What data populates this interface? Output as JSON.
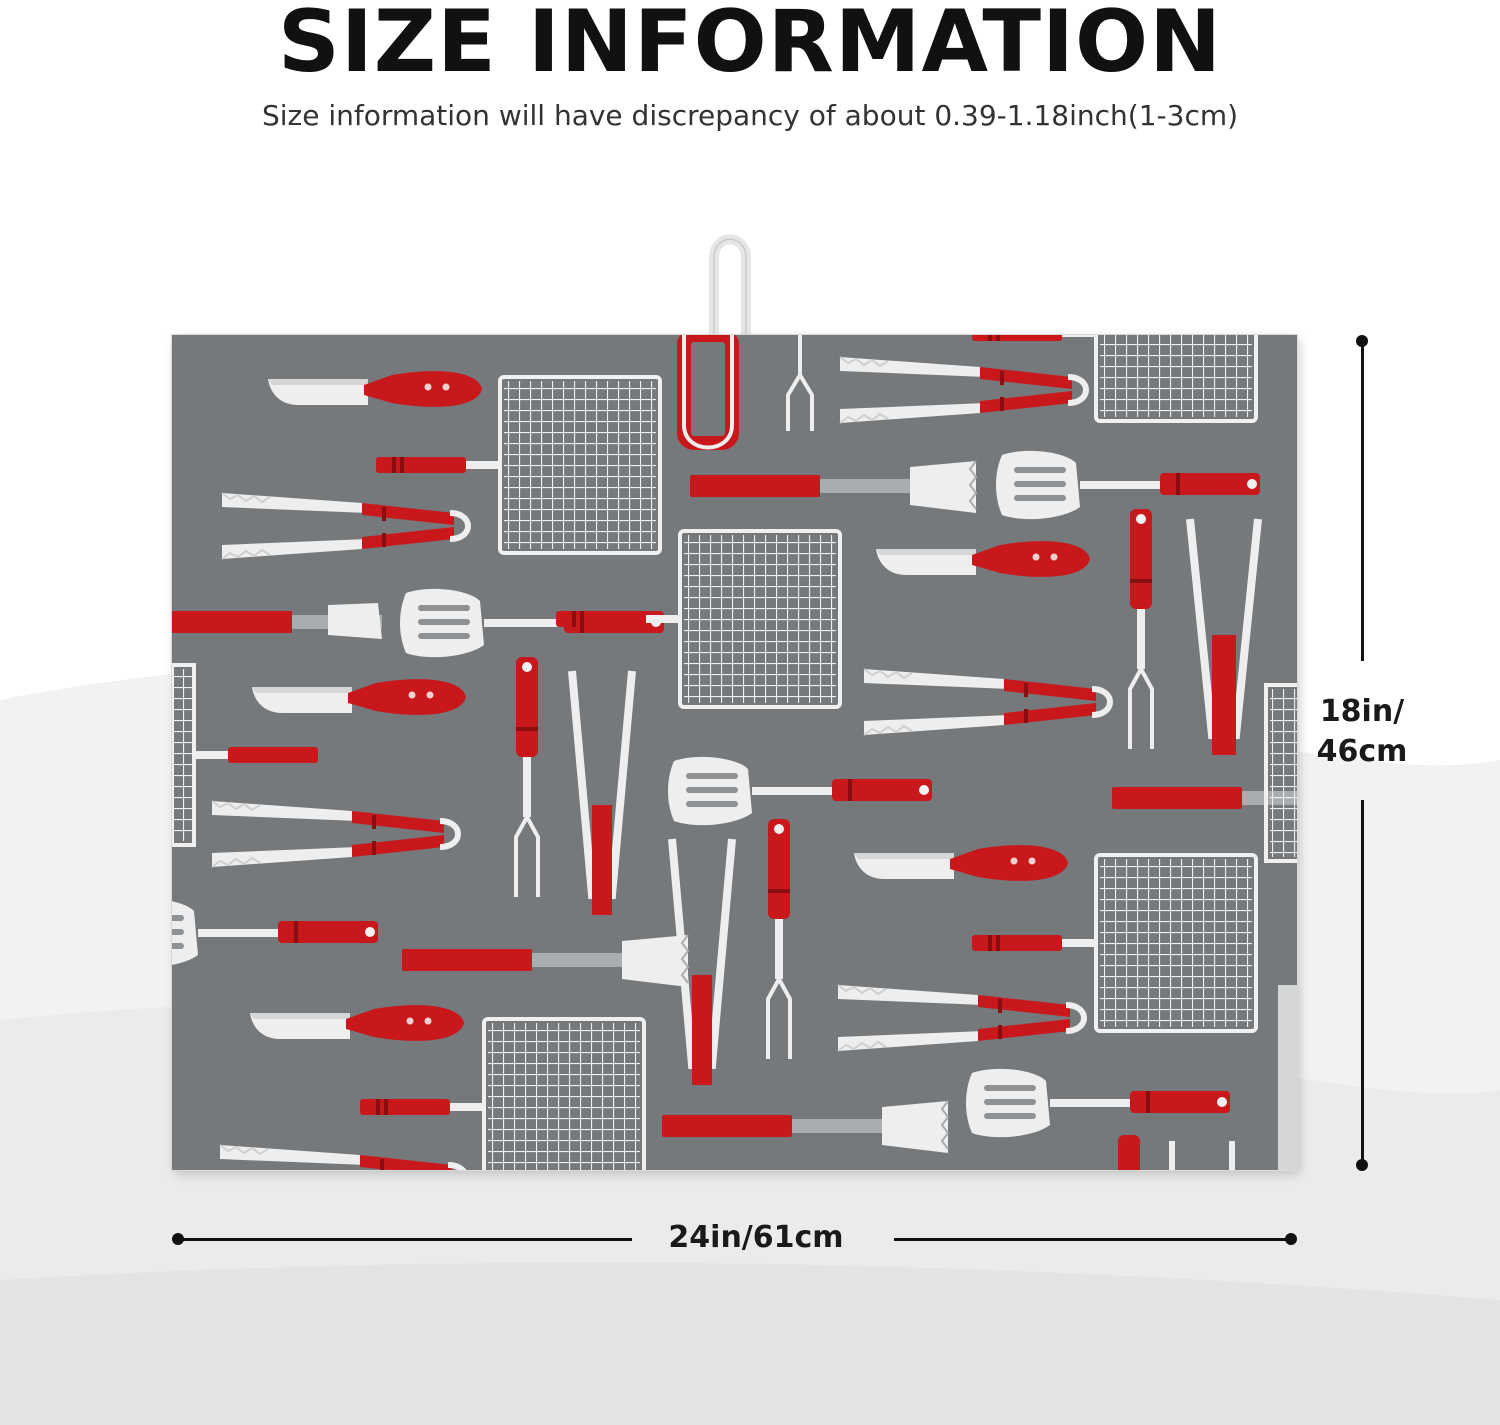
{
  "header": {
    "title": "SIZE INFORMATION",
    "subtitle": "Size information will have discrepancy of about 0.39-1.18inch(1-3cm)"
  },
  "dimensions": {
    "height_line1": "18in/",
    "height_line2": "46cm",
    "width": "24in/61cm"
  },
  "colors": {
    "mat_background": "#75797b",
    "handle_red": "#c8181c",
    "metal": "#eeeeee"
  },
  "icons": [
    "hanging-loop-icon",
    "knife-icon",
    "grill-basket-icon",
    "tongs-icon",
    "spatula-icon",
    "fork-icon"
  ]
}
